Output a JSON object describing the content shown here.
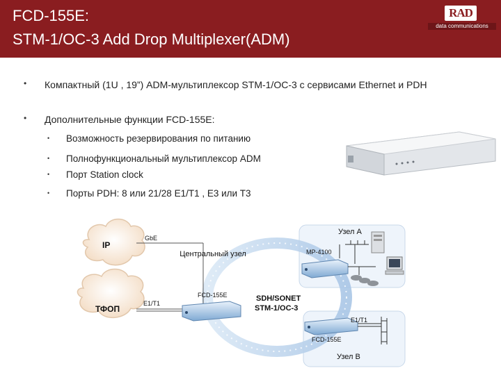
{
  "header": {
    "title_line1": "FCD-155E:",
    "title_line2": "STM-1/OC-3 Add Drop Multiplexer(ADM)",
    "logo_text": "RAD",
    "logo_subtext": "data communications",
    "background_color": "#8a1d20"
  },
  "bullets": [
    {
      "text": "Компактный  (1U , 19”) ADM-мультиплексор STM-1/OC-3 с сервисами  Ethernet и PDH"
    },
    {
      "text": "Дополнительные функции  FCD-155E:"
    }
  ],
  "sub_bullets": [
    {
      "text": "Возможность резервирования по питанию"
    },
    {
      "text": "Полнофункциональный мультиплексор  ADM"
    },
    {
      "text": "Порт Station clock"
    },
    {
      "text": "Порты PDH: 8 или 21/28 E1/T1 , E3 или T3"
    }
  ],
  "diagram": {
    "ip_label": "IP",
    "pstn_label": "ТФОП",
    "gbe_label": "GbE",
    "e1t1_left_label": "E1/T1",
    "central_node_label": "Центральный узел",
    "fcd_center_label": "FCD-155E",
    "ring_label_line1": "SDH/SONET",
    "ring_label_line2": "STM-1/OC-3",
    "node_a_label": "Узел А",
    "mp4100_label": "MP-4100",
    "e1t1_right_label": "E1/T1",
    "fcd_b_label": "FCD-155E",
    "node_b_label": "Узел  B"
  }
}
